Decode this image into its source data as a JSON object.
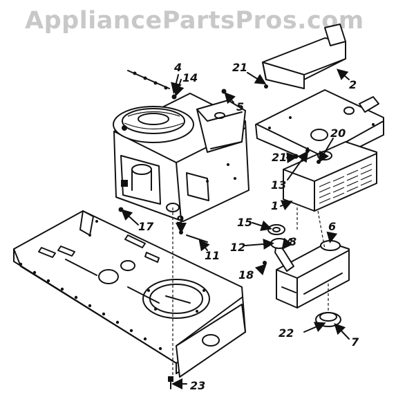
{
  "watermark": "AppliancePartsPros.com",
  "callouts": [
    {
      "id": "c1",
      "label": "1"
    },
    {
      "id": "c2",
      "label": "2"
    },
    {
      "id": "c4",
      "label": "4"
    },
    {
      "id": "c5",
      "label": "5"
    },
    {
      "id": "c6",
      "label": "6"
    },
    {
      "id": "c7",
      "label": "7"
    },
    {
      "id": "c8",
      "label": "8"
    },
    {
      "id": "c9",
      "label": "9"
    },
    {
      "id": "c11",
      "label": "11"
    },
    {
      "id": "c12",
      "label": "12"
    },
    {
      "id": "c13",
      "label": "13"
    },
    {
      "id": "c14",
      "label": "14"
    },
    {
      "id": "c15",
      "label": "15"
    },
    {
      "id": "c17",
      "label": "17"
    },
    {
      "id": "c18",
      "label": "18"
    },
    {
      "id": "c20",
      "label": "20"
    },
    {
      "id": "c21a",
      "label": "21"
    },
    {
      "id": "c21b",
      "label": "21"
    },
    {
      "id": "c22",
      "label": "22"
    },
    {
      "id": "c23",
      "label": "23"
    }
  ]
}
